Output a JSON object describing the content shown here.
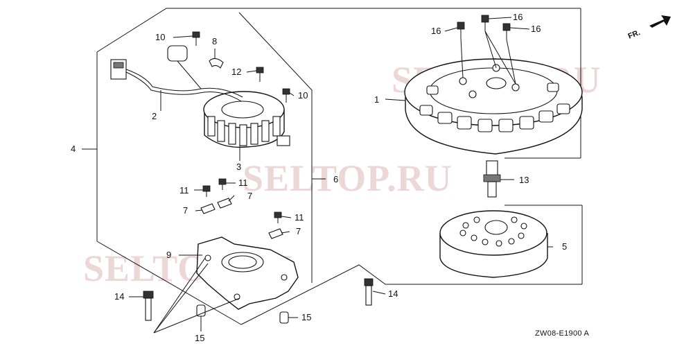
{
  "watermark": "SELTOP.RU",
  "direction_label": "FR.",
  "diagram_code": "ZW08-E1900 A",
  "callouts": {
    "c1": "1",
    "c2": "2",
    "c3": "3",
    "c4": "4",
    "c5": "5",
    "c6": "6",
    "c7a": "7",
    "c7b": "7",
    "c7c": "7",
    "c8": "8",
    "c9": "9",
    "c10a": "10",
    "c10b": "10",
    "c11a": "11",
    "c11b": "11",
    "c11c": "11",
    "c12": "12",
    "c13": "13",
    "c14a": "14",
    "c14b": "14",
    "c15a": "15",
    "c15b": "15",
    "c16a": "16",
    "c16b": "16",
    "c16c": "16"
  }
}
